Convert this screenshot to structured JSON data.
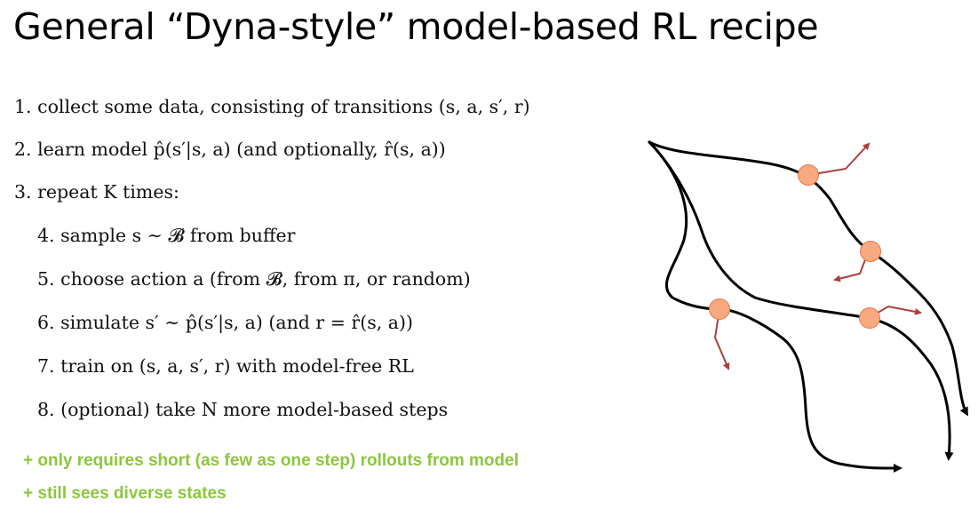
{
  "title": "General “Dyna-style” model-based RL recipe",
  "steps": [
    {
      "num": "1.",
      "text": "collect some data, consisting of transitions (s, a, s′, r)"
    },
    {
      "num": "2.",
      "text": "learn model p̂(s′|s, a) (and optionally, r̂(s, a))"
    },
    {
      "num": "3.",
      "text": "repeat K times:"
    },
    {
      "num": "4.",
      "text": "sample s ∼ 𝓑 from buffer"
    },
    {
      "num": "5.",
      "text": "choose action a (from 𝓑, from π, or random)"
    },
    {
      "num": "6.",
      "text": "simulate s′ ∼ p̂(s′|s, a) (and r = r̂(s, a))"
    },
    {
      "num": "7.",
      "text": "train on (s, a, s′, r) with model-free RL"
    },
    {
      "num": "8.",
      "text": "(optional) take N more model-based steps"
    }
  ],
  "pros": [
    "+ only requires short (as few as one step) rollouts from model",
    "+ still sees diverse states"
  ],
  "colors": {
    "pro_text": "#8cc63f",
    "state_dot": "#f8a97f",
    "state_dot_stroke": "#e07a4a",
    "rollout_arrow": "#a8403c",
    "trajectory": "#000000"
  }
}
